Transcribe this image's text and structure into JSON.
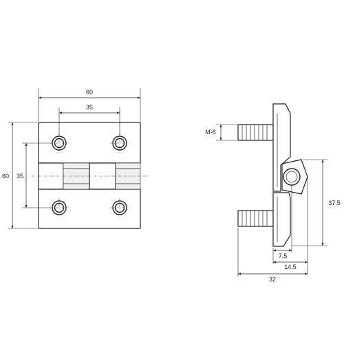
{
  "front_view": {
    "dim_overall_width": "60",
    "dim_hole_spacing_x": "35",
    "dim_overall_height": "60",
    "dim_hole_spacing_y": "35"
  },
  "side_view": {
    "dim_thread": "M-6",
    "dim_height": "37,5",
    "dim_pivot_offset": "7,5",
    "dim_knuckle_width": "14,5",
    "dim_total_depth": "32"
  }
}
